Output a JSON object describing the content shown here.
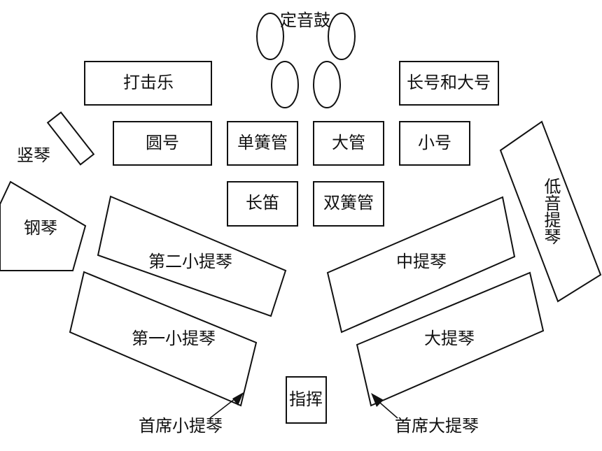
{
  "timpani": {
    "label": "定音鼓"
  },
  "sections": {
    "percussion": "打击乐",
    "trombone_tuba": "长号和大号",
    "horn": "圆号",
    "clarinet": "单簧管",
    "bassoon": "大管",
    "trumpet": "小号",
    "flute": "长笛",
    "oboe": "双簧管",
    "harp": "竖琴",
    "piano": "钢琴",
    "double_bass": "低音提琴",
    "second_violin": "第二小提琴",
    "first_violin": "第一小提琴",
    "viola": "中提琴",
    "cello": "大提琴",
    "conductor": "指挥"
  },
  "callouts": {
    "concertmaster": "首席小提琴",
    "principal_cello": "首席大提琴"
  }
}
